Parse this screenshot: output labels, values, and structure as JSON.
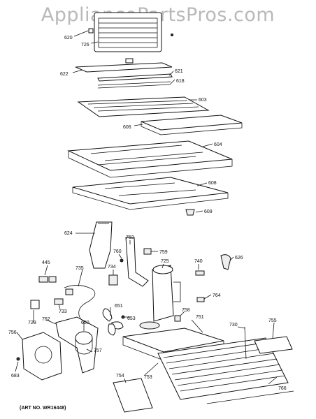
{
  "watermark": "AppliancePartsPros.com",
  "art_number": "(ART NO. WR16448)",
  "part_labels": {
    "p620": "620",
    "p726": "726",
    "p622": "622",
    "p621": "621",
    "p618": "618",
    "p603": "603",
    "p606": "606",
    "p604": "604",
    "p608": "608",
    "p609": "609",
    "p624": "624",
    "p752": "752",
    "p760": "760",
    "p759": "759",
    "p725": "725",
    "p740": "740",
    "p626": "626",
    "p445": "445",
    "p735": "735",
    "p734": "734",
    "p733": "733",
    "p729": "729",
    "p762": "762",
    "p651": "651",
    "p653": "653",
    "p650": "650",
    "p758": "758",
    "p751": "751",
    "p764": "764",
    "p730": "730",
    "p755": "755",
    "p756": "756",
    "p757": "757",
    "p683": "683",
    "p754": "754",
    "p753": "753",
    "p766": "766"
  }
}
